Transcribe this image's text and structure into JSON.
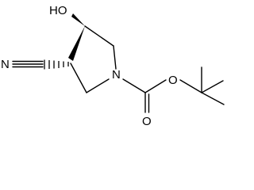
{
  "molecule": {
    "labels": {
      "hydroxyl": "HO",
      "nitrile_n": "N",
      "ring_n": "N",
      "ether_o": "O",
      "carbonyl_o": "O"
    }
  }
}
